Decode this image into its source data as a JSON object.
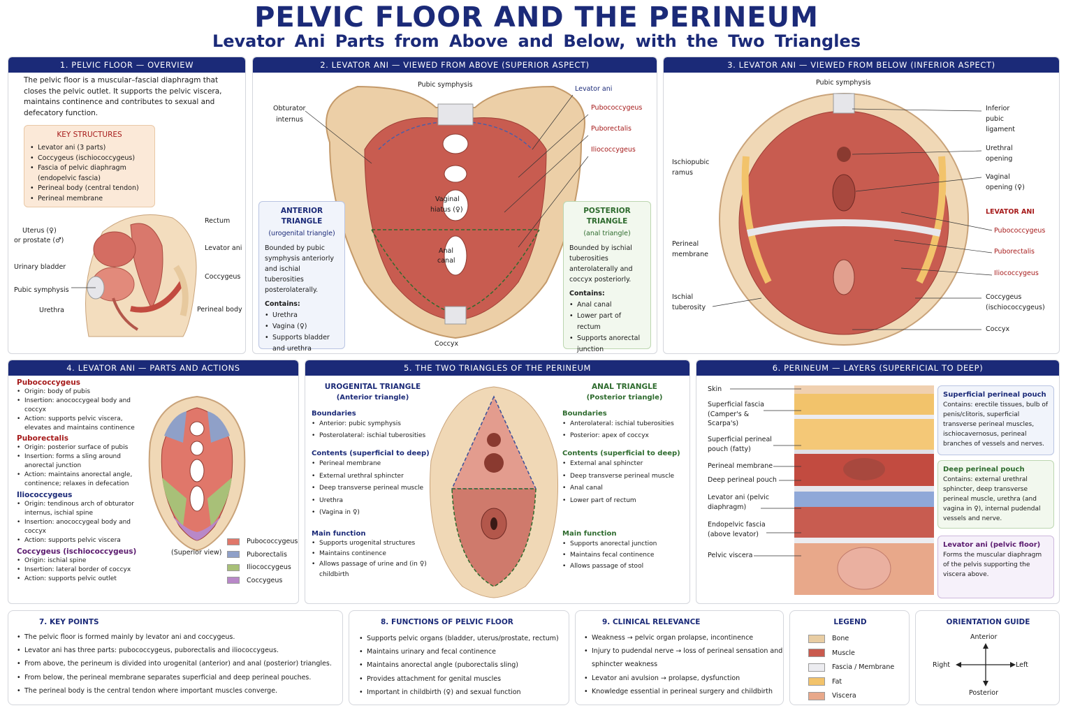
{
  "title": "PELVIC FLOOR AND THE PERINEUM",
  "subtitle": "Levator Ani Parts from Above and Below, with the Two Triangles",
  "colors": {
    "navy": "#1b2a78",
    "muscle": "#c95a4e",
    "bone": "#e8cda3",
    "fascia": "#e8e8ec",
    "fat": "#f2c36b",
    "red_text": "#a61b1b",
    "green_text": "#2e6b2e"
  },
  "p1": {
    "header": "1. PELVIC FLOOR — OVERVIEW",
    "intro": "The pelvic floor is a muscular–fascial diaphragm that closes the pelvic outlet. It supports the pelvic viscera, maintains continence and contributes to sexual and defecatory function.",
    "key_title": "KEY STRUCTURES",
    "key_items": [
      "Levator ani (3 parts)",
      "Coccygeus (ischiococcygeus)",
      "Fascia of pelvic diaphragm (endopelvic fascia)",
      "Perineal body (central tendon)",
      "Perineal membrane"
    ],
    "labels": {
      "uterus": "Uterus (♀)",
      "prostate": "or prostate (♂)",
      "bladder": "Urinary bladder",
      "pubic": "Pubic symphysis",
      "urethra": "Urethra",
      "rectum": "Rectum",
      "levator": "Levator ani",
      "coccygeus": "Coccygeus",
      "perineal_body": "Perineal body"
    }
  },
  "p2": {
    "header": "2. LEVATOR ANI — VIEWED FROM ABOVE (SUPERIOR ASPECT)",
    "labels": {
      "pubic": "Pubic symphysis",
      "obturator1": "Obturator",
      "obturator2": "internus",
      "levator": "Levator ani",
      "pubococ": "Pubococcygeus",
      "puborect": "Puborectalis",
      "iliococ": "Iliococcygeus",
      "vaginal1": "Vaginal",
      "vaginal2": "hiatus (♀)",
      "anal1": "Anal",
      "anal2": "canal",
      "coccyx": "Coccyx"
    },
    "ant": {
      "t1": "ANTERIOR",
      "t2": "TRIANGLE",
      "t3": "(urogenital triangle)",
      "desc": "Bounded by pubic symphysis anteriorly and ischial tuberosities posterolaterally.",
      "contains": "Contains:",
      "items": [
        "Urethra",
        "Vagina (♀)",
        "Supports bladder and urethra"
      ]
    },
    "post": {
      "t1": "POSTERIOR",
      "t2": "TRIANGLE",
      "t3": "(anal triangle)",
      "desc": "Bounded by ischial tuberosities anterolaterally and coccyx posteriorly.",
      "contains": "Contains:",
      "items": [
        "Anal canal",
        "Lower part of rectum",
        "Supports anorectal junction"
      ]
    }
  },
  "p3": {
    "header": "3. LEVATOR ANI — VIEWED FROM BELOW (INFERIOR ASPECT)",
    "labels": {
      "pubic": "Pubic symphysis",
      "inf1": "Inferior",
      "inf2": "pubic",
      "inf3": "ligament",
      "ure1": "Urethral",
      "ure2": "opening",
      "vag1": "Vaginal",
      "vag2": "opening (♀)",
      "la": "LEVATOR ANI",
      "pubococ": "Pubococcygeus",
      "puborect": "Puborectalis",
      "iliococ": "Iliococcygeus",
      "coc1": "Coccygeus",
      "coc2": "(ischiococcygeus)",
      "coccyx": "Coccyx",
      "isch1": "Ischiopubic",
      "isch2": "ramus",
      "pm1": "Perineal",
      "pm2": "membrane",
      "it1": "Ischial",
      "it2": "tuberosity"
    }
  },
  "p4": {
    "header": "4. LEVATOR ANI — PARTS AND ACTIONS",
    "pubococ": {
      "name": "Pubococcygeus",
      "items": [
        "Origin: body of pubis",
        "Insertion: anococcygeal body and coccyx",
        "Action: supports pelvic viscera, elevates and maintains continence"
      ]
    },
    "puborect": {
      "name": "Puborectalis",
      "items": [
        "Origin: posterior surface of pubis",
        "Insertion: forms a sling around anorectal junction",
        "Action: maintains anorectal angle, continence; relaxes in defecation"
      ]
    },
    "iliococ": {
      "name": "Iliococcygeus",
      "items": [
        "Origin: tendinous arch of obturator internus, ischial spine",
        "Insertion: anococcygeal body and coccyx",
        "Action: supports pelvic viscera"
      ]
    },
    "coccyg": {
      "name": "Coccygeus (ischiococcygeus)",
      "items": [
        "Origin: ischial spine",
        "Insertion: lateral border of coccyx",
        "Action: supports pelvic outlet"
      ]
    },
    "view": "(Superior view)",
    "legend": [
      "Pubococcygeus",
      "Puborectalis",
      "Iliococcygeus",
      "Coccygeus"
    ],
    "legend_colors": [
      "#e0776a",
      "#8fa0c8",
      "#a8c078",
      "#b888c8"
    ]
  },
  "p5": {
    "header": "5. THE TWO TRIANGLES OF THE PERINEUM",
    "uro": {
      "t1": "UROGENITAL TRIANGLE",
      "t2": "(Anterior triangle)",
      "bh": "Boundaries",
      "b": [
        "Anterior: pubic symphysis",
        "Posterolateral: ischial tuberosities"
      ],
      "ch": "Contents (superficial to deep)",
      "c": [
        "Perineal membrane",
        "External urethral sphincter",
        "Deep transverse perineal muscle",
        "Urethra",
        "(Vagina in ♀)"
      ],
      "fh": "Main function",
      "f": [
        "Supports urogenital structures",
        "Maintains continence",
        "Allows passage of urine and (in ♀) childbirth"
      ]
    },
    "anal": {
      "t1": "ANAL TRIANGLE",
      "t2": "(Posterior triangle)",
      "bh": "Boundaries",
      "b": [
        "Anterolateral: ischial tuberosities",
        "Posterior: apex of coccyx"
      ],
      "ch": "Contents (superficial to deep)",
      "c": [
        "External anal sphincter",
        "Deep transverse perineal muscle",
        "Anal canal",
        "Lower part of rectum"
      ],
      "fh": "Main function",
      "f": [
        "Supports anorectal junction",
        "Maintains fecal continence",
        "Allows passage of stool"
      ]
    }
  },
  "p6": {
    "header": "6. PERINEUM — LAYERS (SUPERFICIAL TO DEEP)",
    "layers": [
      "Skin",
      "Superficial fascia (Camper's & Scarpa's)",
      "Superficial perineal pouch (fatty)",
      "Perineal membrane",
      "Deep perineal pouch",
      "Levator ani (pelvic diaphragm)",
      "Endopelvic fascia (above levator)",
      "Pelvic viscera"
    ],
    "sup": {
      "t": "Superficial perineal pouch",
      "d": "Contains: erectile tissues, bulb of penis/clitoris, superficial transverse perineal muscles, ischiocavernosus, perineal branches of vessels and nerves."
    },
    "deep": {
      "t": "Deep perineal pouch",
      "d": "Contains: external urethral sphincter, deep transverse perineal muscle, urethra (and vagina in ♀), internal pudendal vessels and nerve."
    },
    "lev": {
      "t": "Levator ani (pelvic floor)",
      "d": "Forms the muscular diaphragm of the pelvis supporting the viscera above."
    }
  },
  "p7": {
    "header": "7. KEY POINTS",
    "items": [
      "The pelvic floor is formed mainly by levator ani and coccygeus.",
      "Levator ani has three parts: pubococcygeus, puborectalis and iliococcygeus.",
      "From above, the perineum is divided into urogenital (anterior) and anal (posterior) triangles.",
      "From below, the perineal membrane separates superficial and deep perineal pouches.",
      "The perineal body is the central tendon where important muscles converge."
    ]
  },
  "p8": {
    "header": "8. FUNCTIONS OF PELVIC FLOOR",
    "items": [
      "Supports pelvic organs (bladder, uterus/prostate, rectum)",
      "Maintains urinary and fecal continence",
      "Maintains anorectal angle (puborectalis sling)",
      "Provides attachment for genital muscles",
      "Important in childbirth (♀) and sexual function"
    ]
  },
  "p9": {
    "header": "9. CLINICAL RELEVANCE",
    "items": [
      "Weakness → pelvic organ prolapse, incontinence",
      "Injury to pudendal nerve → loss of perineal sensation and sphincter weakness",
      "Levator ani avulsion → prolapse, dysfunction",
      "Knowledge essential in perineal surgery and childbirth"
    ]
  },
  "legend": {
    "header": "LEGEND",
    "items": [
      {
        "label": "Bone",
        "color": "#e8cda3"
      },
      {
        "label": "Muscle",
        "color": "#c95a4e"
      },
      {
        "label": "Fascia / Membrane",
        "color": "#ececf0"
      },
      {
        "label": "Fat",
        "color": "#f2c36b"
      },
      {
        "label": "Viscera",
        "color": "#e8a88a"
      }
    ]
  },
  "orient": {
    "header": "ORIENTATION GUIDE",
    "anterior": "Anterior",
    "posterior": "Posterior",
    "right": "Right",
    "left": "Left"
  }
}
